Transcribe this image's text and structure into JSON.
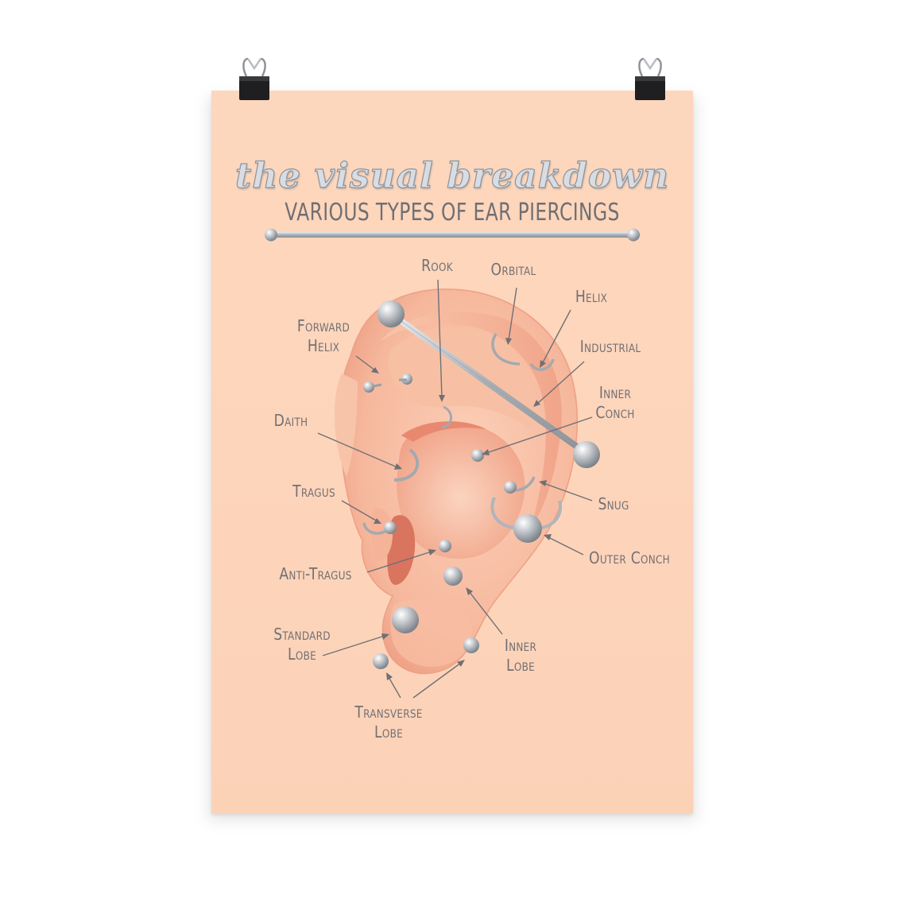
{
  "poster": {
    "title": "the visual breakdown",
    "subtitle": "VARIOUS TYPES OF EAR PIERCINGS"
  },
  "labels": {
    "rook": "Rook",
    "orbital": "Orbital",
    "helix": "Helix",
    "forward_helix": "Forward\nHelix",
    "industrial": "Industrial",
    "inner_conch": "Inner\nConch",
    "daith": "Daith",
    "tragus": "Tragus",
    "snug": "Snug",
    "outer_conch": "Outer Conch",
    "anti_tragus": "Anti-Tragus",
    "standard_lobe": "Standard\nLobe",
    "inner_lobe": "Inner\nLobe",
    "transverse_lobe": "Transverse\nLobe"
  },
  "colors": {
    "poster_background": "#fdd5bb",
    "skin": "#f6b79c",
    "skin_shadow": "#e88f78",
    "metal": "#b7bcc2",
    "label_text": "#727074"
  }
}
